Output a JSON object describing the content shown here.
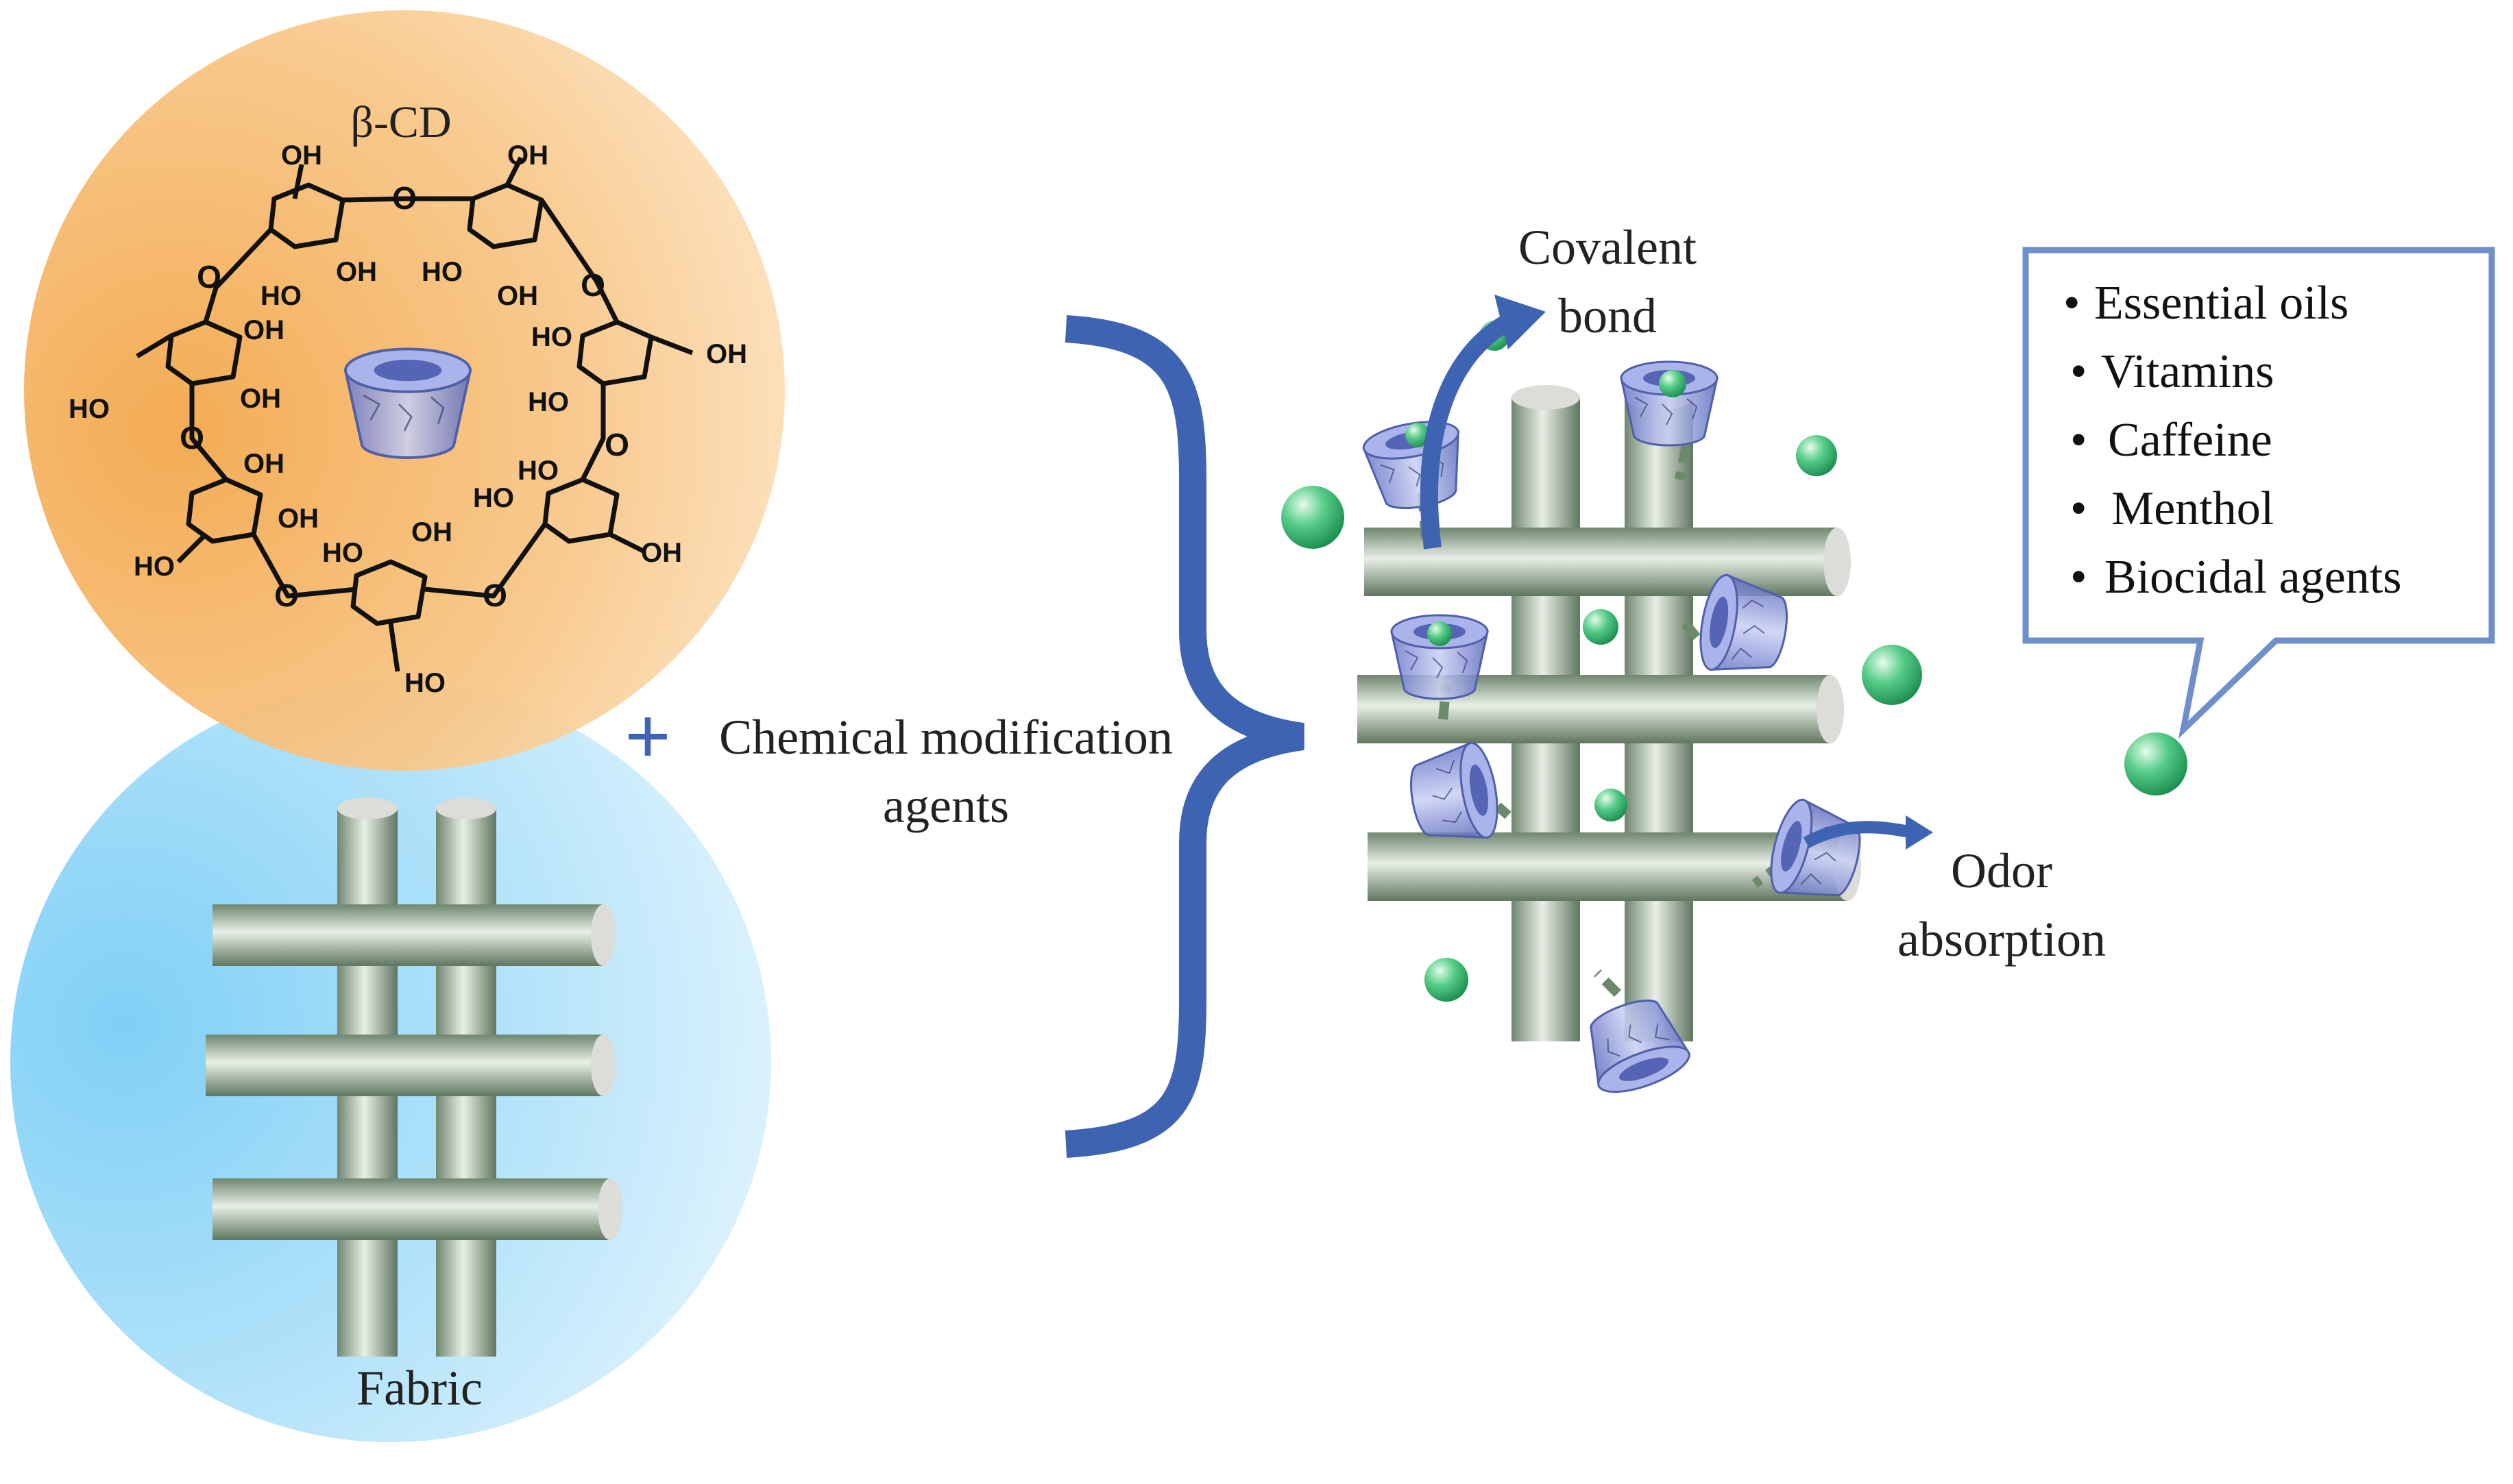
{
  "beta_cd": {
    "label": "β-CD",
    "hydroxyl": "OH",
    "hydroxyl_rev": "HO",
    "oxygen": "O"
  },
  "fabric": {
    "label": "Fabric"
  },
  "plus": {
    "symbol": "+"
  },
  "agents": {
    "line1": "Chemical modification",
    "line2": "agents"
  },
  "covalent": {
    "line1": "Covalent",
    "line2": "bond"
  },
  "odor": {
    "line1": "Odor",
    "line2": "absorption"
  },
  "guests": {
    "items": [
      "Essential oils",
      "Vitamins",
      "Caffeine",
      "Menthol",
      "Biocidal agents"
    ],
    "bullet": "•"
  },
  "colors": {
    "accent_blue": "#3f63b3",
    "fiber_green": "#7f977f",
    "sphere_green": "#2fb66f",
    "orange_bg": "#f6b45f",
    "blue_bg": "#8fd3f5"
  }
}
